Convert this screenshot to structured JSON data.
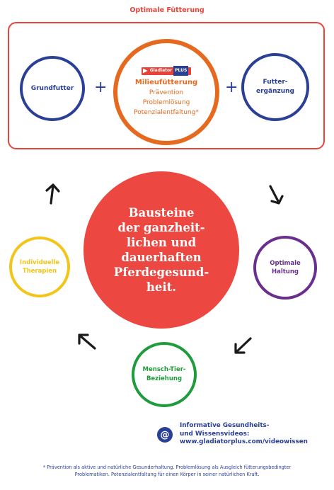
{
  "section_title": "Optimale Fütterung",
  "feeding": {
    "grundfutter": "Grundfutter",
    "plus": "+",
    "milieu": {
      "logo_name": "Gladiator",
      "logo_plus": "PLUS",
      "title": "Milieufütterung",
      "items": [
        "Prävention",
        "Problemlösung",
        "Potenzialentfaltung*"
      ]
    },
    "futter_line1": "Futter-",
    "futter_line2": "ergänzung"
  },
  "center_text": "Bausteine\nder ganzheit-\nlichen und\ndauerhaften\nPferdegesund-\nheit.",
  "cycle": {
    "left_line1": "Individuelle",
    "left_line2": "Therapien",
    "right_line1": "Optimale",
    "right_line2": "Haltung",
    "bottom_line1": "Mensch-Tier-",
    "bottom_line2": "Beziehung"
  },
  "video": {
    "icon": "at-icon",
    "line1": "Informative Gesundheits-",
    "line2": "und Wissensvideos:",
    "url": "www.gladiatorplus.com/videowissen"
  },
  "footnote": {
    "line1": "* Prävention als aktive und natürliche Gesunderhaltung. Problemlösung als Ausgleich fütterungsbedingter",
    "line2": "Problematiken. Potenzialentfaltung für einen Körper in seiner natürlichen Kraft."
  },
  "colors": {
    "red": "#e8433a",
    "blue": "#2a3f96",
    "orange": "#e56a1f",
    "yellow": "#f2c51a",
    "purple": "#6a2f8e",
    "green": "#1e9b3a"
  }
}
